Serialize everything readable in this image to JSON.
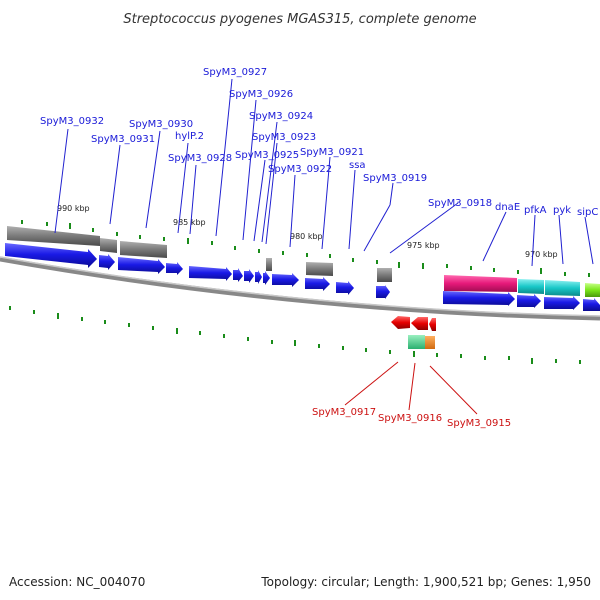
{
  "title": "Streptococcus pyogenes MGAS315, complete genome",
  "footer": {
    "accession": "Accession: NC_004070",
    "stats": "Topology: circular; Length: 1,900,521 bp; Genes: 1,950"
  },
  "scale_labels": [
    "990 kbp",
    "985 kbp",
    "980 kbp",
    "975 kbp",
    "970 kbp"
  ],
  "forward_labels": [
    "SpyM3_0932",
    "SpyM3_0931",
    "SpyM3_0930",
    "hylP.2",
    "SpyM3_0928",
    "SpyM3_0927",
    "SpyM3_0926",
    "SpyM3_0924",
    "SpyM3_0923",
    "SpyM3_0925",
    "SpyM3_0922",
    "SpyM3_0921",
    "ssa",
    "SpyM3_0919",
    "SpyM3_0918",
    "dnaE",
    "pfkA",
    "pyk",
    "sipC"
  ],
  "reverse_labels": [
    "SpyM3_0917",
    "SpyM3_0916",
    "SpyM3_0915"
  ],
  "colors": {
    "forward_gene": "#1a1ae6",
    "reverse_gene": "#e60000",
    "cog_gray": "#808080",
    "dnaE": "#e6197a",
    "pfkA_pyk": "#19c8c8",
    "sipC": "#7ae61a",
    "tick": "#1a8c1a",
    "backbone": "#999999"
  }
}
